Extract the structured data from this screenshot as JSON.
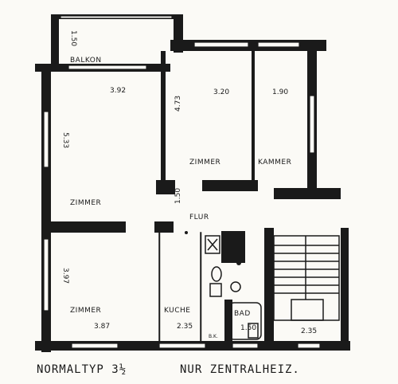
{
  "rooms": {
    "balkon": "BALKON",
    "zimmer_top": "ZIMMER",
    "kammer": "KAMMER",
    "zimmer_left": "ZIMMER",
    "flur": "FLUR",
    "zimmer_bottom": "ZIMMER",
    "kuche": "KUCHE",
    "bad": "BAD",
    "bk": "B.K."
  },
  "dimensions": {
    "balkon_depth": "1.50",
    "zimmer_left_width": "3.92",
    "zimmer_left_depth": "5.33",
    "zimmer_top_width": "3.20",
    "zimmer_top_depth": "4.73",
    "kammer_width": "1.90",
    "flur_width": "1.50",
    "zimmer_bottom_depth": "3.97",
    "zimmer_bottom_width": "3.87",
    "kuche_width": "2.35",
    "bad_width": "1.50",
    "stair_width": "2.35"
  },
  "caption": {
    "left": "NORMALTYP 3½",
    "right": "NUR ZENTRALHEIZ."
  }
}
